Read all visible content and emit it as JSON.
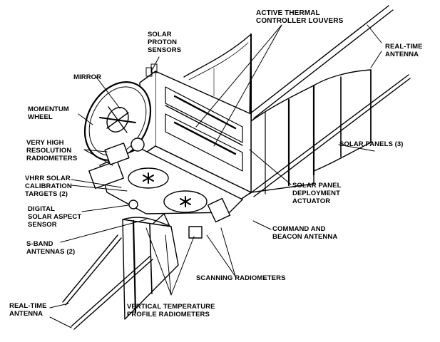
{
  "labels": {
    "active_thermal": "ACTIVE THERMAL\nCONTROLLER LOUVERS",
    "solar_proton": "SOLAR\nPROTON\nSENSORS",
    "realtime_antenna_top": "REAL-TIME\nANTENNA",
    "mirror": "MIRROR",
    "momentum_wheel": "MOMENTUM\nWHEEL",
    "very_high_resolution": "VERY HIGH\nRESOLUTION\nRADIOMETERS",
    "solar_panels": "SOLAR PANELS (3)",
    "vhrr_calibration": "VHRR SOLAR\nCALIBRATION\nTARGETS (2)",
    "solar_panel_actuator": "SOLAR PANEL\nDEPLOYMENT\nACTUATOR",
    "digital_solar": "DIGITAL\nSOLAR ASPECT\nSENSOR",
    "command_beacon": "COMMAND AND\nBEACON ANTENNA",
    "sband": "S-BAND\nANTENNAS (2)",
    "scanning_radiometers": "SCANNING RADIOMETERS",
    "realtime_antenna_bottom": "REAL-TIME\nANTENNA",
    "vertical_temperature": "VERTICAL TEMPERATURE\nPROFILE RADIOMETERS"
  }
}
